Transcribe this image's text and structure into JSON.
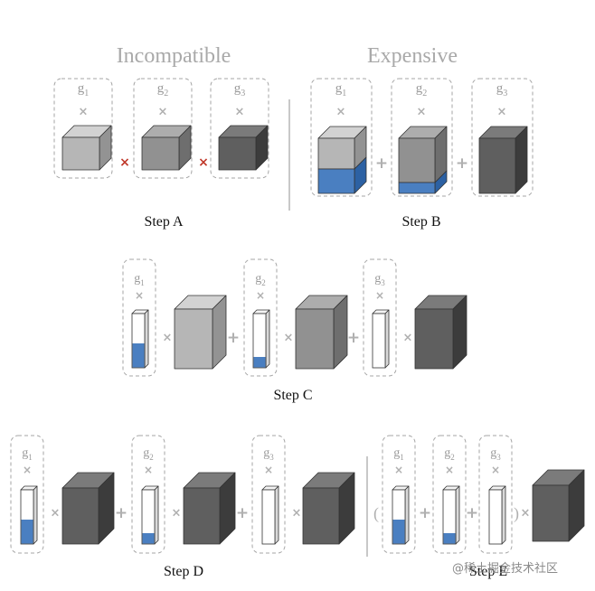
{
  "titles": {
    "left": "Incompatible",
    "right": "Expensive"
  },
  "steps": {
    "a": "Step A",
    "b": "Step B",
    "c": "Step C",
    "d": "Step D",
    "e": "Step E"
  },
  "group_labels": {
    "g1": "g",
    "g1_sub": "1",
    "g2": "g",
    "g2_sub": "2",
    "g3": "g",
    "g3_sub": "3"
  },
  "symbols": {
    "times": "×",
    "plus": "+",
    "open_paren": "(",
    "close_paren": ")"
  },
  "watermark": "@稀土掘金技术社区",
  "colors": {
    "blue": "#4a7fc1",
    "cube_light": "#b6b6b6",
    "cube_mid": "#919191",
    "cube_dark": "#5f5f5f",
    "incompatible_mark": "#c0392b",
    "neutral_mark": "#b0b0b0",
    "group_border": "#a6a6a6"
  },
  "diagram": {
    "step_a": {
      "compatible": false,
      "factor_fills": [
        0,
        0,
        0
      ]
    },
    "step_b": {
      "blue_fill_fraction": [
        0.45,
        0.2,
        0
      ]
    },
    "step_c": {
      "bar_fill_fraction": [
        0.45,
        0.2,
        0
      ]
    },
    "step_d": {
      "bar_fill_fraction": [
        0.45,
        0.2,
        0
      ]
    },
    "step_e": {
      "bar_fill_fraction": [
        0.45,
        0.2,
        0
      ]
    }
  }
}
